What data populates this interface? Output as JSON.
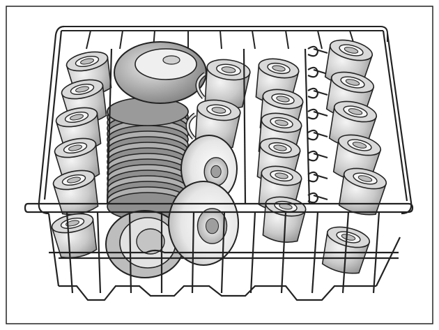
{
  "figure": {
    "subject": "dishwasher-upper-rack-loading-illustration",
    "colors": {
      "background": "#ffffff",
      "outline": "#222222",
      "fill_light": "#f2f2f2",
      "fill_mid": "#c8c8c8",
      "fill_dark": "#8a8a8a"
    },
    "items": {
      "cups_left_column": 6,
      "plate_stack_center": 1,
      "mugs_center": 2,
      "saucers_center": 2,
      "cups_right_middle_column": 6,
      "cups_right_column": 6,
      "bowl_top": 1,
      "bowl_bottom": 1
    }
  }
}
